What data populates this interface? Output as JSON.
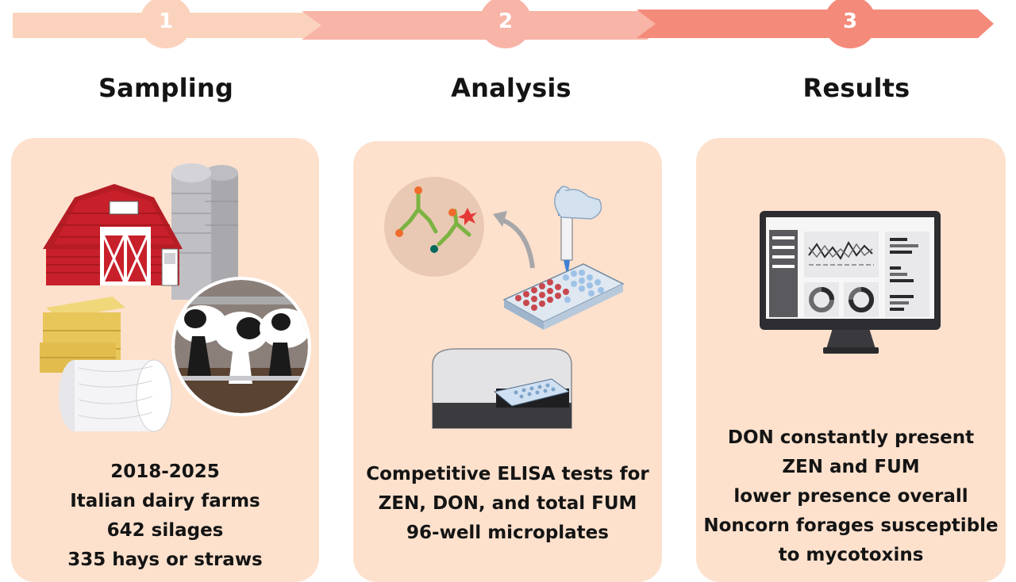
{
  "steps": [
    {
      "number": "1",
      "title": "Sampling",
      "lines": [
        "2018-2025",
        "Italian dairy farms",
        "642 silages",
        "335 hays or straws"
      ]
    },
    {
      "number": "2",
      "title": "Analysis",
      "lines": [
        "Competitive ELISA tests for",
        "ZEN, DON, and total FUM",
        "96-well microplates"
      ]
    },
    {
      "number": "3",
      "title": "Results",
      "lines": [
        "DON constantly present",
        "ZEN and FUM",
        "lower presence overall",
        "Noncorn forages susceptible",
        "to mycotoxins"
      ]
    }
  ],
  "colors": {
    "arrow_1": "#fbd3bd",
    "arrow_2": "#f8b4a6",
    "arrow_3": "#f48a7a",
    "panel_bg": "#fde1cd",
    "barn_red": "#c8202a"
  }
}
